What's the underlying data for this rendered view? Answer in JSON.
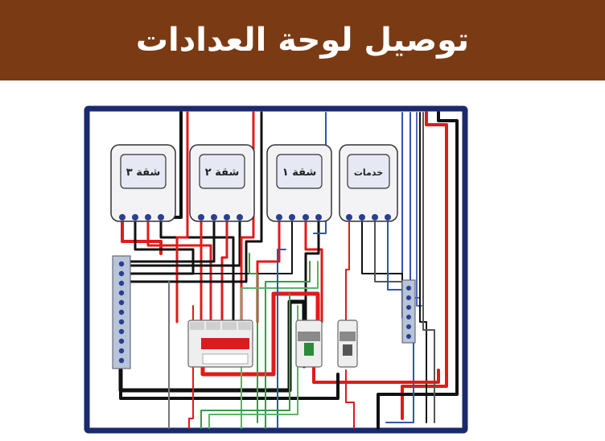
{
  "title": "توصيل لوحة العدادات",
  "meters": [
    {
      "label": "شقة ٣"
    },
    {
      "label": "شقة ٢"
    },
    {
      "label": "شقة ١"
    },
    {
      "label": "خدمات"
    }
  ],
  "colors": {
    "header_bg": "#7a3b14",
    "panel_border": "#1a2a6c",
    "wire_red": "#e01b1b",
    "wire_black": "#111111",
    "wire_green": "#3a9a4a",
    "wire_blue": "#3355aa",
    "terminal_blue": "#2a3f8f"
  }
}
